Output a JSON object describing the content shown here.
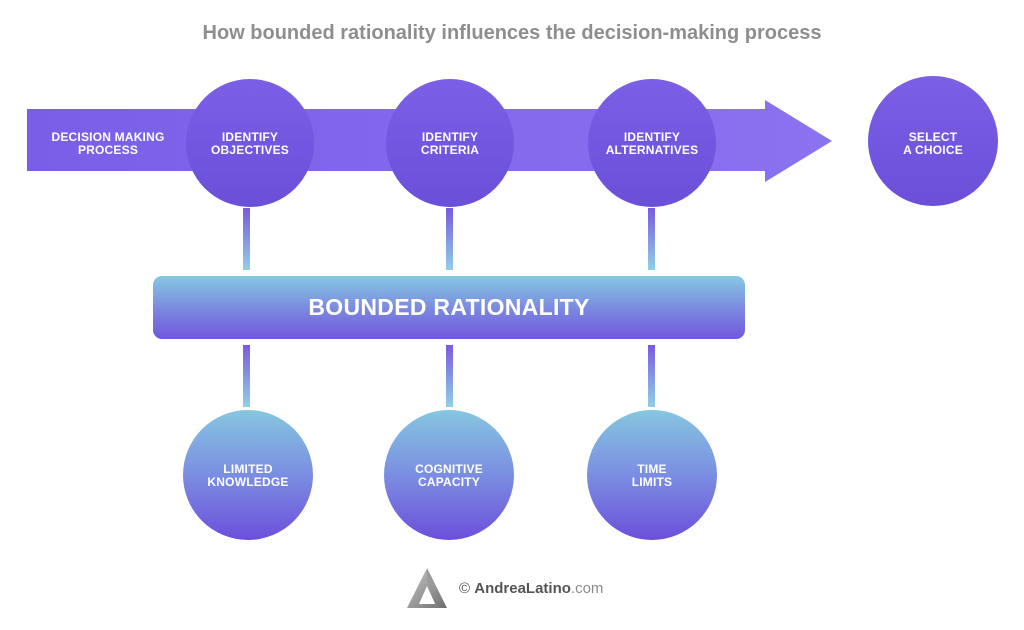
{
  "title": "How bounded rationality influences the decision-making process",
  "process": {
    "arrow_label": [
      "DECISION MAKING",
      "PROCESS"
    ],
    "steps": [
      {
        "line1": "IDENTIFY",
        "line2": "OBJECTIVES"
      },
      {
        "line1": "IDENTIFY",
        "line2": "CRITERIA"
      },
      {
        "line1": "IDENTIFY",
        "line2": "ALTERNATIVES"
      }
    ],
    "final_step": {
      "line1": "SELECT",
      "line2": "A CHOICE"
    }
  },
  "bounded_rationality": {
    "label": "BOUNDED RATIONALITY"
  },
  "factors": [
    {
      "line1": "LIMITED",
      "line2": "KNOWLEDGE"
    },
    {
      "line1": "COGNITIVE",
      "line2": "CAPACITY"
    },
    {
      "line1": "TIME",
      "line2": "LIMITS"
    }
  ],
  "footer": {
    "copyright": "©",
    "brand": "AndreaLatino",
    "domain": ".com",
    "logo_icon": "triangle-logo-icon"
  },
  "colors": {
    "purple_dark": "#6f53dc",
    "purple_light": "#8a6ff0",
    "teal": "#86c6e0",
    "title_gray": "#8e8e8e"
  }
}
